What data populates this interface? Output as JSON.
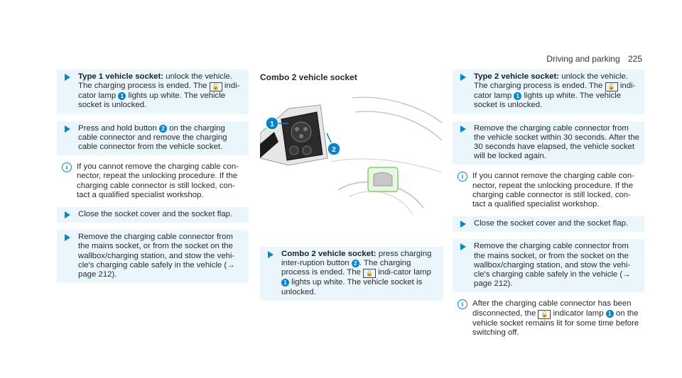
{
  "header": {
    "section": "Driving and parking",
    "page": "225"
  },
  "col1": {
    "s1_title": "Type 1 vehicle socket:",
    "s1_text": "unlock the vehicle. The charging process is ended. The",
    "s1_text2": "indi-cator lamp",
    "s1_text3": "lights up white. The vehicle socket is unlocked.",
    "s2_a": "Press and hold button",
    "s2_b": "on the charging cable connector and remove the charging cable connector from the vehicle socket.",
    "i1": "If you cannot remove the charging cable con-nector, repeat the unlocking procedure. If the charging cable connector is still locked, con-tact a qualified specialist workshop.",
    "s3": "Close the socket cover and the socket flap.",
    "s4": "Remove the charging cable connector from the mains socket, or from the socket on the wallbox/charging station, and stow the vehi-cle's charging cable safely in the vehicle (→ page 212)."
  },
  "col2": {
    "title": "Combo 2 vehicle socket",
    "s1_title": "Combo 2 vehicle socket:",
    "s1_a": "press charging inter-ruption button",
    "s1_b": ". The charging process is ended. The",
    "s1_c": "indi-cator lamp",
    "s1_d": "lights up white. The vehicle socket is unlocked."
  },
  "col3": {
    "s1_title": "Type 2 vehicle socket:",
    "s1_text": "unlock the vehicle. The charging process is ended. The",
    "s1_text2": "indi-cator lamp",
    "s1_text3": "lights up white. The vehicle socket is unlocked.",
    "s2": "Remove the charging cable connector from the vehicle socket within 30 seconds. After the 30 seconds have elapsed, the vehicle socket will be locked again.",
    "i1": "If you cannot remove the charging cable con-nector, repeat the unlocking procedure. If the charging cable connector is still locked, con-tact a qualified specialist workshop.",
    "s3": "Close the socket cover and the socket flap.",
    "s4": "Remove the charging cable connector from the mains socket, or from the socket on the wallbox/charging station, and stow the vehi-cle's charging cable safely in the vehicle (→ page 212).",
    "i2_a": "After the charging cable connector has been disconnected, the",
    "i2_b": "indicator lamp",
    "i2_c": "on the vehicle socket remains lit for some time before switching off."
  },
  "labels": {
    "n1": "1",
    "n2": "2",
    "info": "i"
  },
  "colors": {
    "accent": "#0a84c7",
    "step_bg": "#eaf6fb",
    "highlight": "#7fd36a"
  },
  "icons": {
    "lock": "unlock-symbol-icon",
    "bullet": "step-arrow-icon",
    "info": "info-icon"
  }
}
